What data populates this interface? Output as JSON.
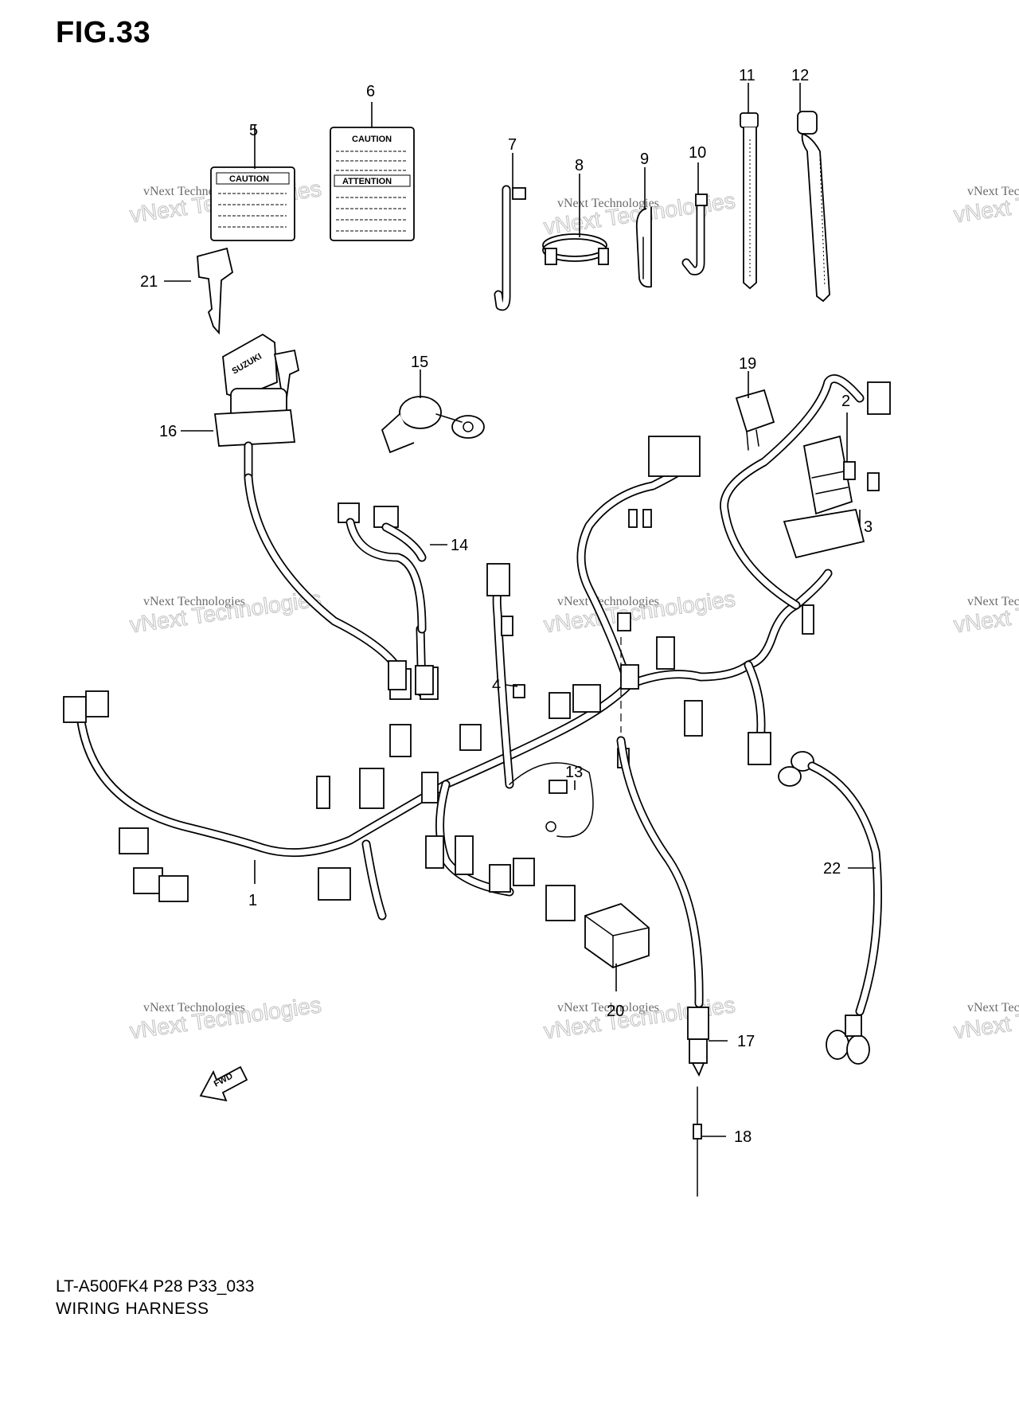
{
  "figure": {
    "title": "FIG.33",
    "model_line": "LT-A500FK4 P28 P33_033",
    "subtitle": "WIRING HARNESS"
  },
  "labels": {
    "caution_label_5": "CAUTION",
    "caution_label_6": "CAUTION",
    "attention_label_6": "ATTENTION",
    "key_brand": "SUZUKI",
    "fwd_arrow": "FWD"
  },
  "callouts": [
    "1",
    "2",
    "3",
    "4",
    "5",
    "6",
    "7",
    "8",
    "9",
    "10",
    "11",
    "12",
    "13",
    "14",
    "15",
    "16",
    "17",
    "18",
    "19",
    "20",
    "21",
    "22"
  ],
  "watermark": {
    "line1": "vNext Technologies",
    "line2": "vNext Technologies"
  }
}
